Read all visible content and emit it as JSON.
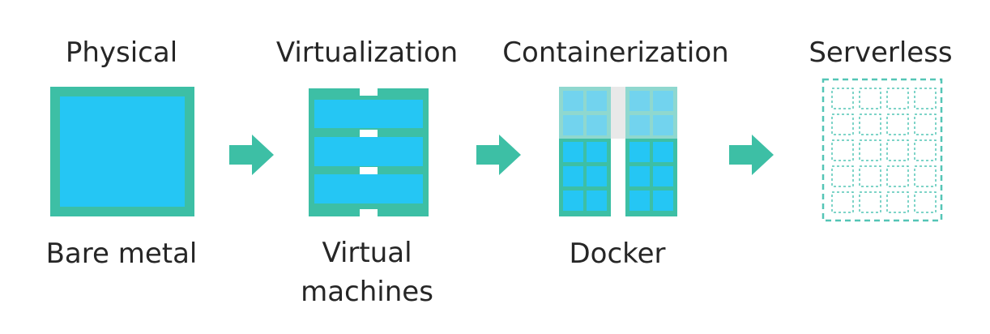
{
  "stages": [
    {
      "title": "Physical",
      "caption": "Bare metal",
      "icon": "bare-metal-icon"
    },
    {
      "title": "Virtualization",
      "caption": "Virtual machines",
      "icon": "virtual-machines-icon"
    },
    {
      "title": "Containerization",
      "caption": "Docker",
      "icon": "docker-containers-icon"
    },
    {
      "title": "Serverless",
      "caption": "",
      "icon": "serverless-grid-icon"
    }
  ],
  "arrows": [
    "arrow-right-icon",
    "arrow-right-icon",
    "arrow-right-icon"
  ],
  "colors": {
    "teal": "#3dbfa5",
    "blue": "#25c6f4",
    "light_blue": "#72d3ee",
    "gray_gap": "#e9e9e9",
    "dashed_teal": "#54c5b6",
    "text": "#262626"
  }
}
